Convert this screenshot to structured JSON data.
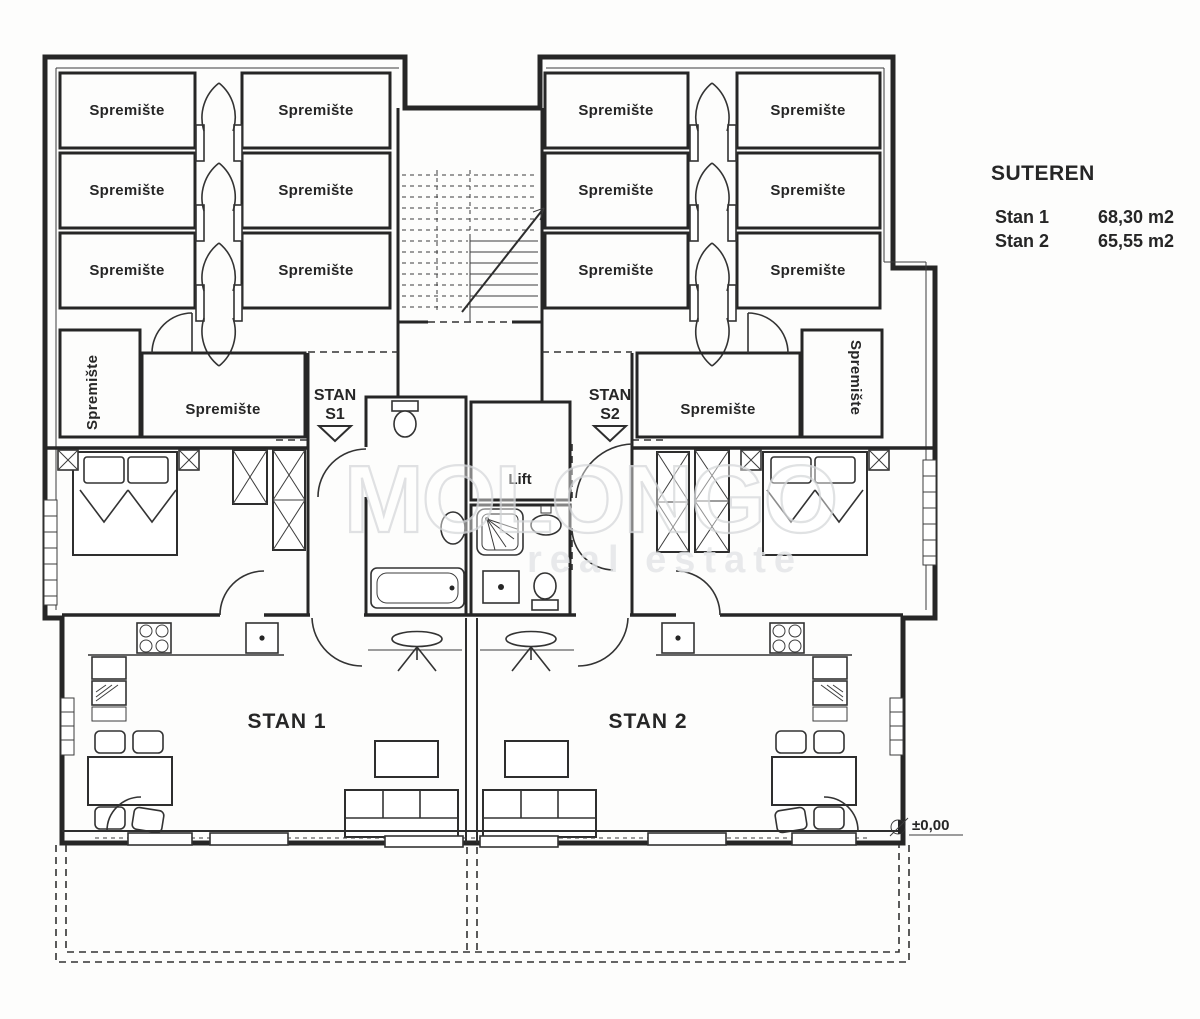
{
  "legend": {
    "title": "SUTEREN",
    "units": [
      {
        "label": "Stan 1",
        "area": "68,30 m2"
      },
      {
        "label": "Stan 2",
        "area": "65,55 m2"
      }
    ]
  },
  "labels": {
    "storage": "Spremište",
    "lift": "Lift",
    "apartment1": "STAN 1",
    "apartment2": "STAN 2",
    "elevation": "±0,00"
  },
  "entrances": {
    "s1": {
      "line1": "STAN",
      "line2": "S1"
    },
    "s2": {
      "line1": "STAN",
      "line2": "S2"
    }
  },
  "watermark": {
    "line1": "MOLONGO",
    "line2": "real estate"
  },
  "colors": {
    "ink": "#262626",
    "paper": "#ffffff",
    "watermark": "#d9dbdd"
  }
}
